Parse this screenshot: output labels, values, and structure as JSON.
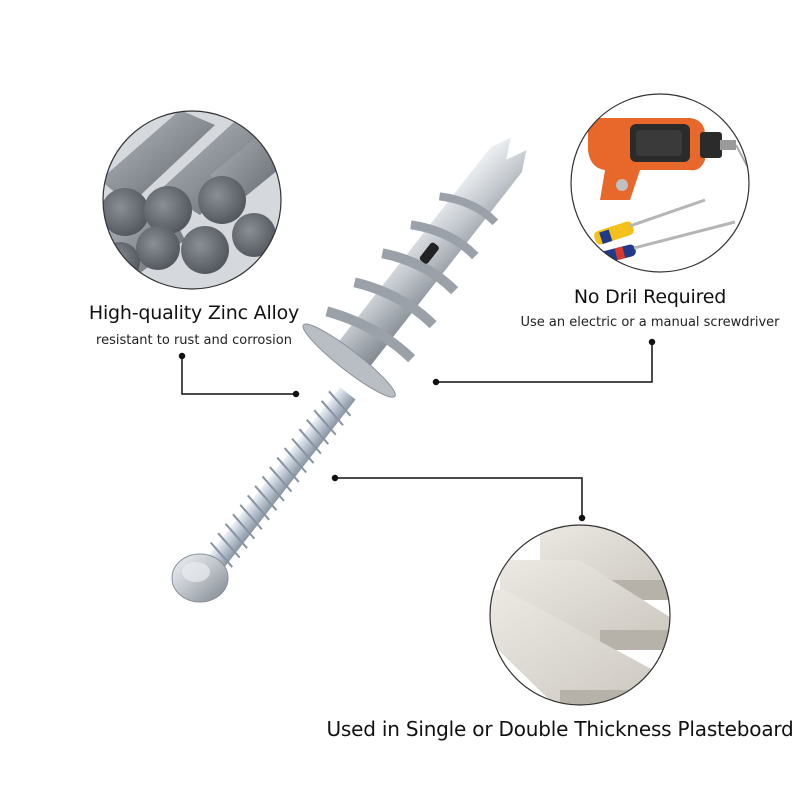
{
  "features": {
    "material": {
      "title": "High-quality Zinc Alloy",
      "subtitle": "resistant to rust and corrosion",
      "image_icon": "steel-rods-photo"
    },
    "installation": {
      "title": "No Dril Required",
      "subtitle": "Use an electric or a manual screwdriver",
      "image_icon": "drill-and-screwdrivers-photo"
    },
    "application": {
      "title": "Used in Single or Double Thickness Plasteboard",
      "image_icon": "plasterboard-layers-photo"
    }
  },
  "product": {
    "image_icon": "self-drilling-drywall-anchor-with-screw"
  },
  "colors": {
    "background": "#ffffff",
    "text": "#111111",
    "callout_line": "#111111",
    "circle_border": "#333333",
    "drill_accent": "#e8672a"
  }
}
